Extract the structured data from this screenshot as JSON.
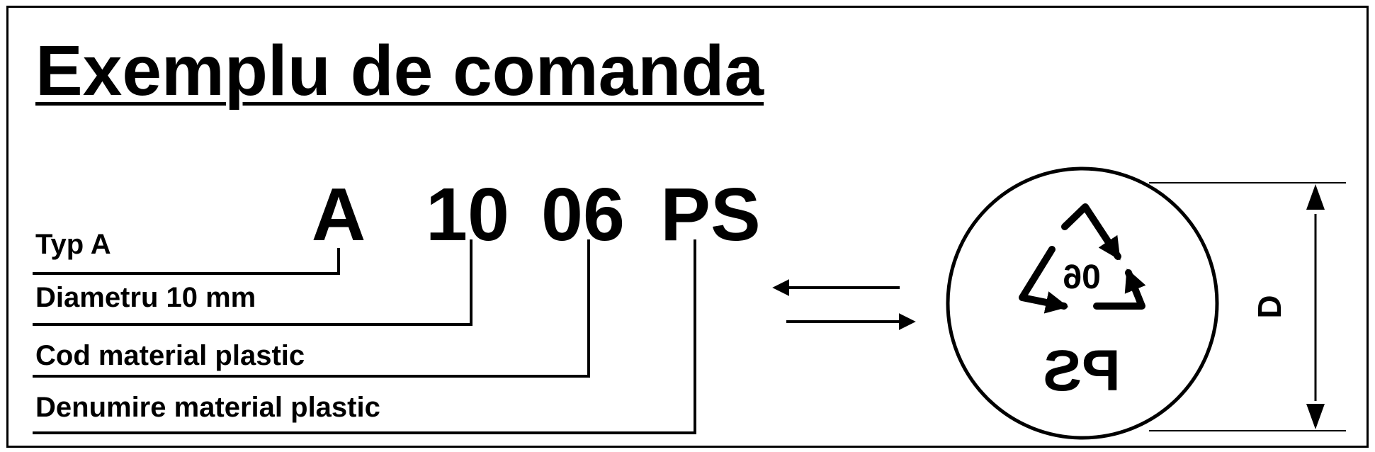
{
  "title": "Exemplu de comanda",
  "code_segments": [
    "A",
    "10",
    "06",
    "PS"
  ],
  "labels": [
    "Typ A",
    "Diametru 10 mm",
    "Cod material plastic",
    "Denumire material plastic"
  ],
  "symbol": {
    "code_number": "06",
    "material": "PS",
    "dimension_label": "D",
    "icons": [
      "recycling-triangle-icon",
      "arrow-left-icon",
      "arrow-right-icon",
      "dimension-arrow-icon"
    ]
  },
  "colors": {
    "ink": "#000000",
    "background": "#ffffff"
  }
}
